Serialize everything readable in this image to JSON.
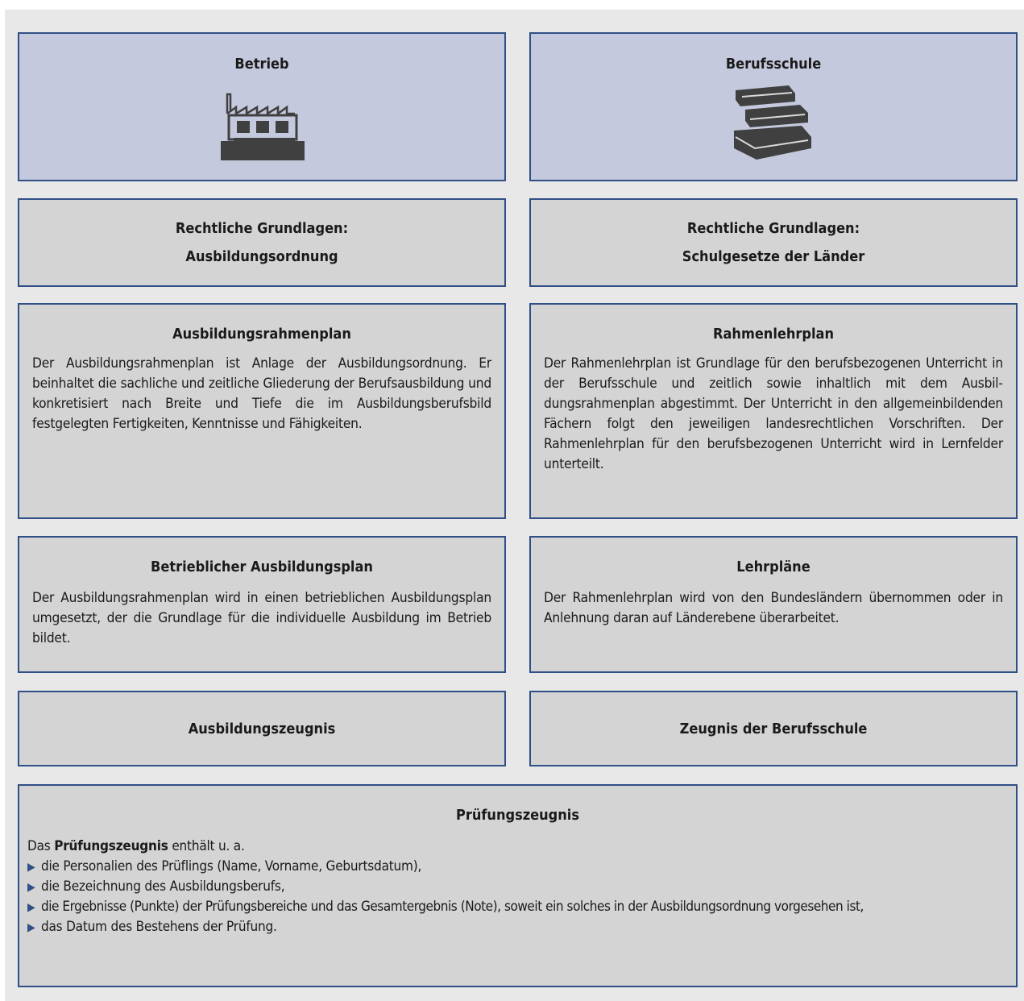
{
  "betrieb": {
    "title": "Betrieb",
    "icon": "factory-icon"
  },
  "berufsschule": {
    "title": "Berufsschule",
    "icon": "books-icon"
  },
  "left": {
    "grundlagen_label": "Rechtliche Grundlagen:",
    "grundlagen_value": "Ausbildungsordnung",
    "rahmenplan_title": "Ausbildungsrahmenplan",
    "rahmenplan_text": "Der Ausbildungsrahmenplan ist Anlage der Ausbildungsordnung. Er beinhaltet die sachliche und zeitliche Gliederung der Berufsausbil­dung und konkretisiert nach Breite und Tiefe die im Ausbildungs­berufsbild festgelegten Fertigkeiten, Kenntnisse und Fähigkeiten.",
    "plan_title": "Betrieblicher Ausbildungsplan",
    "plan_text": "Der Ausbildungsrahmenplan wird in einen betrieblichen Ausbil­dungsplan umgesetzt, der die Grundlage für die individuelle Aus­bildung im Betrieb bildet.",
    "zeugnis": "Ausbildungszeugnis"
  },
  "right": {
    "grundlagen_label": "Rechtliche Grundlagen:",
    "grundlagen_value": "Schulgesetze der Länder",
    "rahmenlehrplan_title": "Rahmenlehrplan",
    "rahmenlehrplan_text": "Der Rahmenlehrplan ist Grundlage für den berufsbezogenen Unter­richt in der Berufsschule und zeitlich sowie inhaltlich mit dem Ausbil­dungsrahmenplan abgestimmt. Der Unterricht in den allgemeinbil­denden Fächern folgt den jeweiligen landesrechtlichen Vorschriften. Der Rahmenlehrplan für den berufsbezogenen Unterricht wird in Lernfelder unterteilt.",
    "lehrplaene_title": "Lehrpläne",
    "lehrplaene_text": "Der Rahmenlehrplan wird von den Bundesländern übernommen oder in Anlehnung daran auf Länderebene überarbeitet.",
    "zeugnis": "Zeugnis der Berufsschule"
  },
  "pruefung": {
    "title": "Prüfungszeugnis",
    "intro_prefix": "Das ",
    "intro_bold": "Prüfungszeugnis",
    "intro_suffix": " enthält u. a.",
    "items": [
      "die Personalien des Prüflings (Name, Vorname, Geburtsdatum),",
      "die Bezeichnung des Ausbildungsberufs,",
      "die Ergebnisse (Punkte) der Prüfungsbereiche und das Gesamtergebnis (Note), soweit ein solches in der Ausbildungsordnung vorgesehen ist,",
      "das Datum des Bestehens der Prüfung."
    ],
    "bullet_icon": "triangle-right-icon"
  },
  "colors": {
    "border": "#2f4f86",
    "header_fill": "#c5c9de",
    "box_fill": "#d4d4d4",
    "panel": "#e8e8e8",
    "icon": "#404040"
  }
}
